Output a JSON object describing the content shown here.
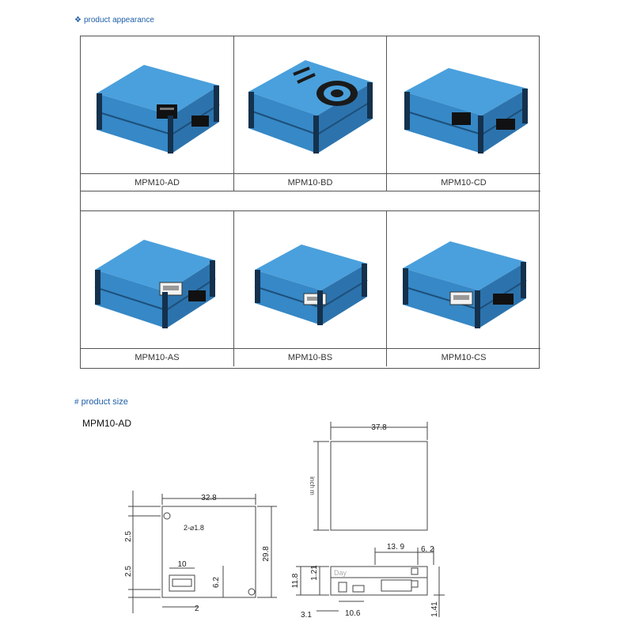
{
  "headings": {
    "appearance": "product appearance",
    "size": "product size",
    "appearance_mark": "❖",
    "size_mark": "#"
  },
  "products_row1": [
    {
      "label": "MPM10-AD",
      "variant": "AD"
    },
    {
      "label": "MPM10-BD",
      "variant": "BD"
    },
    {
      "label": "MPM10-CD",
      "variant": "CD"
    }
  ],
  "products_row2": [
    {
      "label": "MPM10-AS",
      "variant": "AS"
    },
    {
      "label": "MPM10-BS",
      "variant": "BS"
    },
    {
      "label": "MPM10-CS",
      "variant": "CS"
    }
  ],
  "size": {
    "model": "MPM10-AD",
    "top_view": {
      "width_dim": "37.8",
      "side_note": "inch m"
    },
    "front_view": {
      "width_dim": "32.8",
      "hole_note": "2-⌀1.8",
      "height_dim": "29.8",
      "offset_top": "2.5",
      "offset_bottom": "2.5",
      "conn_width": "10",
      "conn_height": "6.2",
      "bottom_offset": "2"
    },
    "side_view": {
      "dim_a": "13. 9",
      "dim_b": "6. 2",
      "dim_h1": "11.8",
      "dim_h2": "1.21",
      "dim_bottom_left": "3.1",
      "dim_bottom_mid": "10.6",
      "dim_right": "1.41",
      "faint_text": "Day"
    }
  },
  "colors": {
    "heading": "#1f5fa8",
    "device_blue": "#3a8fd0",
    "device_dark": "#1f5a8a",
    "line": "#555555"
  }
}
